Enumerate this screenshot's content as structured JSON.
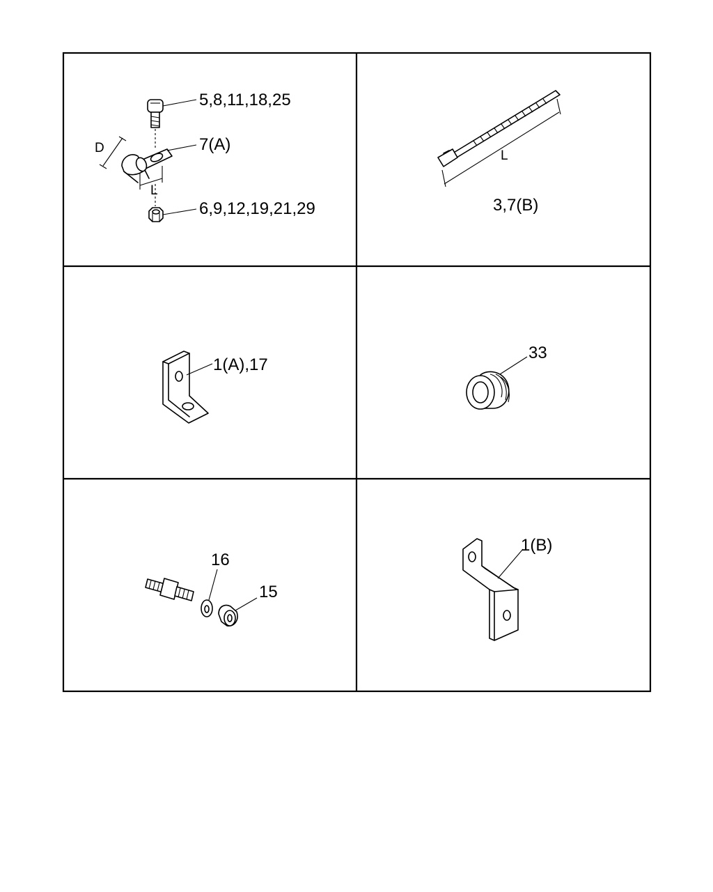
{
  "panels": [
    {
      "id": "clip",
      "labels": {
        "bolt": "5,8,11,18,25",
        "clip": "7(A)",
        "nut": "6,9,12,19,21,29",
        "dim_d": "D",
        "dim_l": "L"
      }
    },
    {
      "id": "cable-tie",
      "labels": {
        "part": "3,7(B)",
        "dim_l": "L"
      }
    },
    {
      "id": "l-bracket",
      "labels": {
        "part": "1(A),17"
      }
    },
    {
      "id": "grommet",
      "labels": {
        "part": "33"
      }
    },
    {
      "id": "stud",
      "labels": {
        "washer": "16",
        "nut": "15"
      }
    },
    {
      "id": "z-bracket",
      "labels": {
        "part": "1(B)"
      }
    }
  ]
}
